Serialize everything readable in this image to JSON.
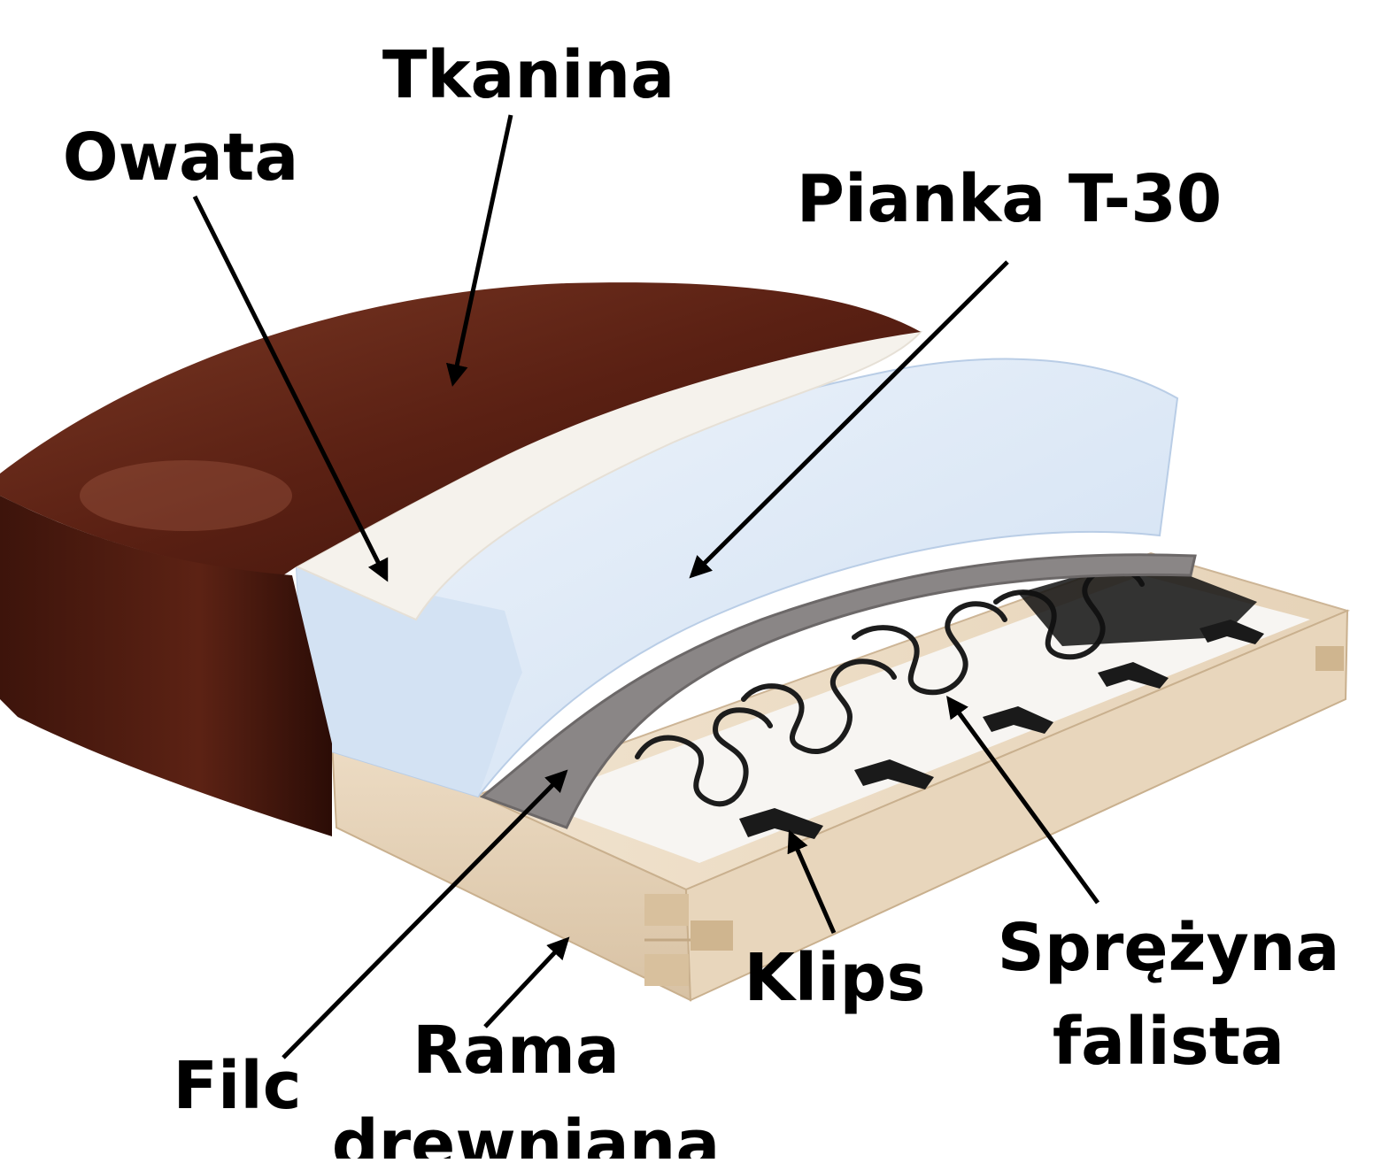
{
  "labels": {
    "tkanina": "Tkanina",
    "owata": "Owata",
    "pianka": "Pianka T-30",
    "filc": "Filc",
    "rama_line1": "Rama",
    "rama_line2": "drewniana",
    "klips": "Klips",
    "sprezyna_line1": "Sprężyna",
    "sprezyna_line2": "falista"
  },
  "colors": {
    "leather": "#4a1a10",
    "foam": "#dfeaf7",
    "wadding": "#f5f2ec",
    "felt": "#8a8686",
    "wood": "#e3cfb2",
    "spring": "#1c1c1c",
    "arrow": "#000000"
  },
  "icons": [
    "arrow-icon",
    "sinuous-spring-icon",
    "spring-clip-icon"
  ]
}
